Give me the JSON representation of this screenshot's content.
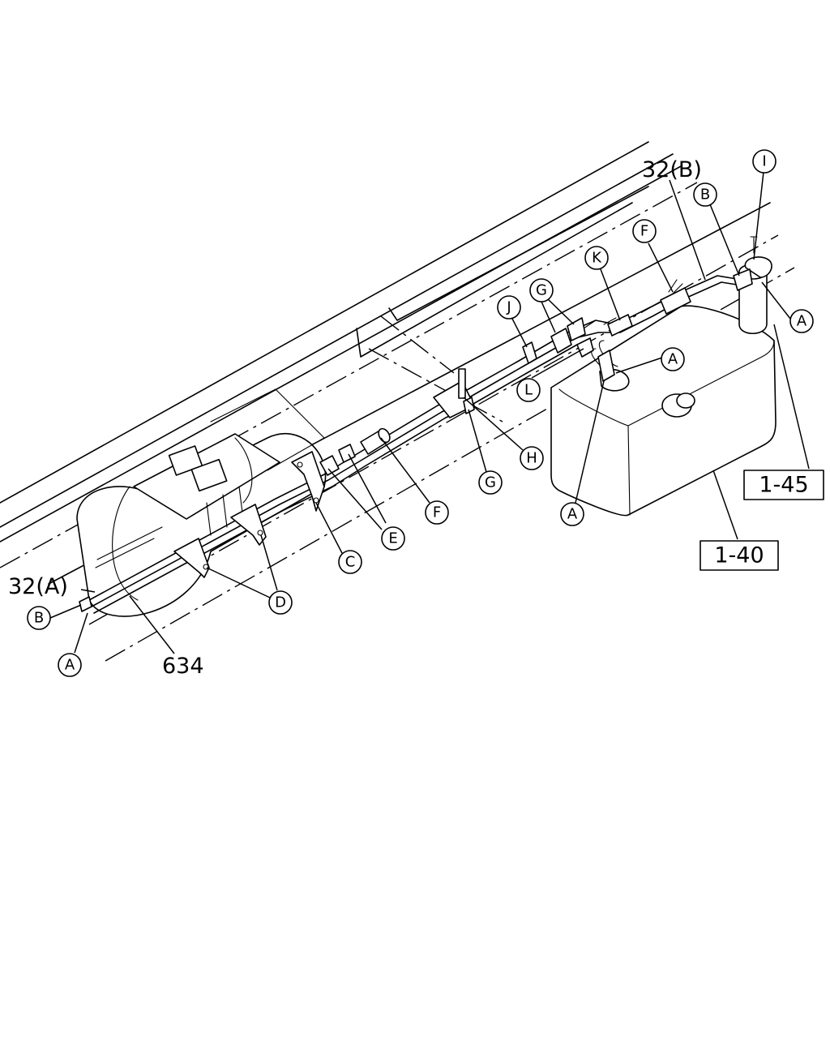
{
  "labels": {
    "pipe_32a": "32(A)",
    "pipe_32b": "32(B)",
    "part_634": "634",
    "ref_1_45": "1-45",
    "ref_1_40": "1-40"
  },
  "callouts": {
    "A_left": "A",
    "B_left": "B",
    "D": "D",
    "C": "C",
    "E": "E",
    "F_lower": "F",
    "G_lower": "G",
    "H": "H",
    "J": "J",
    "G_upper": "G",
    "L": "L",
    "K": "K",
    "F_upper": "F",
    "A_tank_top": "A",
    "A_tank_bottom": "A",
    "B_right": "B",
    "I": "I",
    "A_right": "A"
  }
}
